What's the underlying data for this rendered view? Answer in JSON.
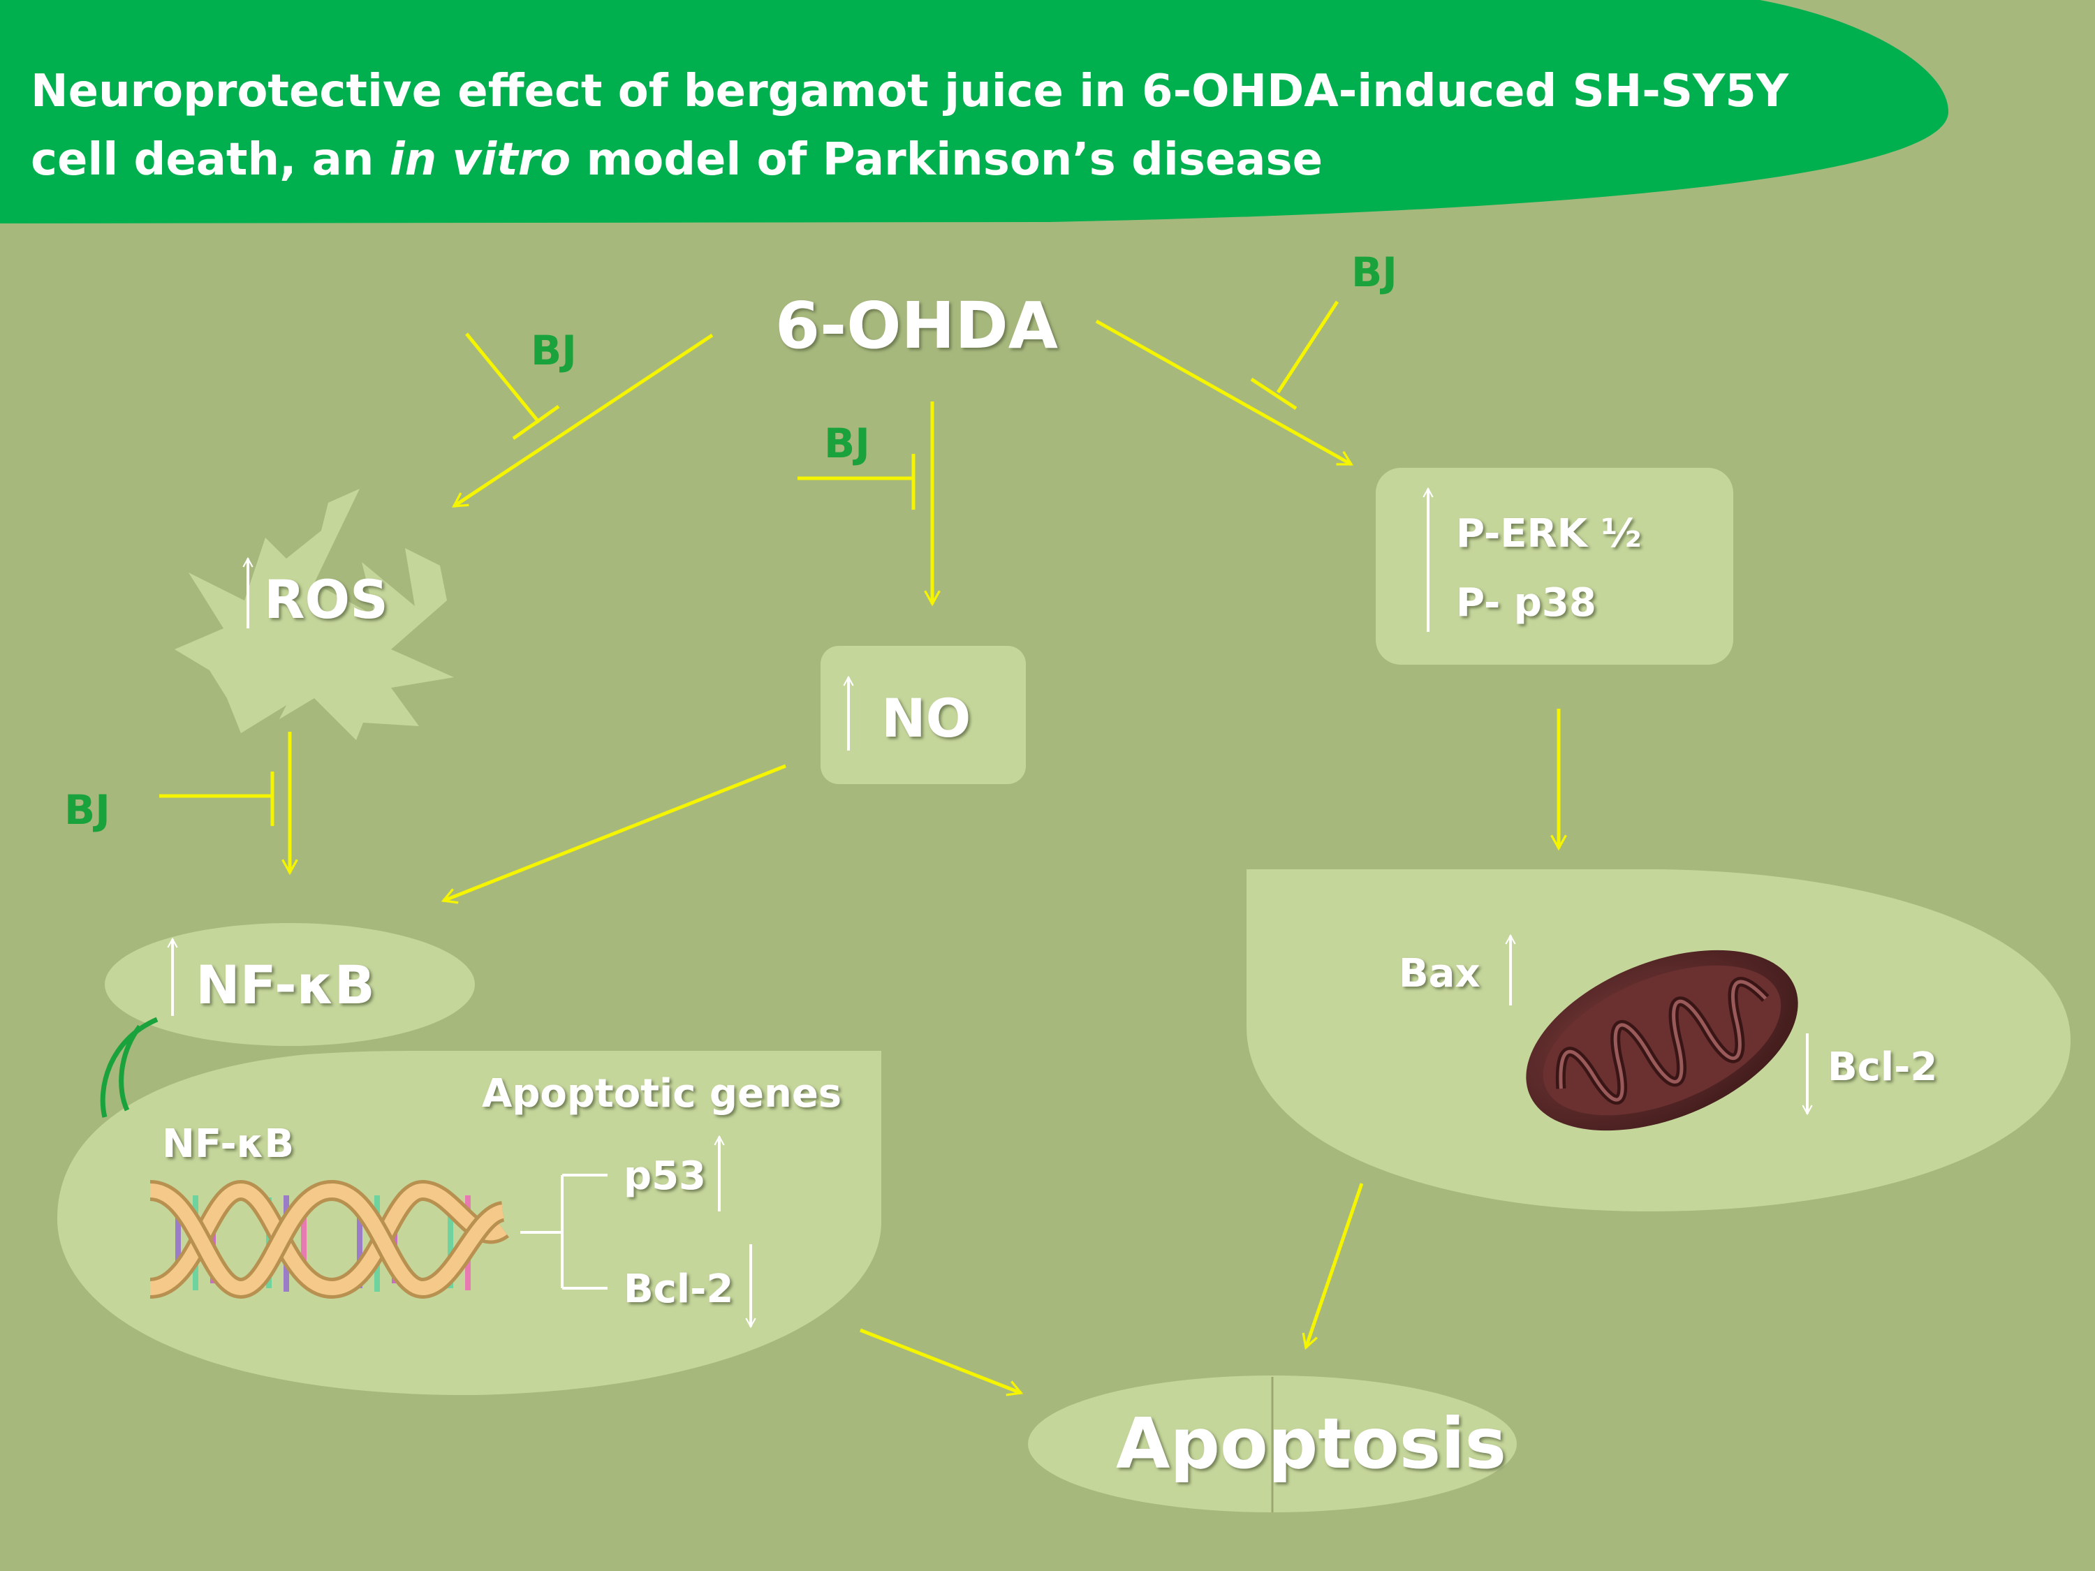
{
  "title": {
    "line1": "Neuroprotective effect of bergamot juice in 6-OHDA-induced SH-SY5Y",
    "line2_start": "cell death, an ",
    "line2_italic": "in vitro",
    "line2_end": " model of Parkinson’s disease"
  },
  "nodes": {
    "ohda": "6-OHDA",
    "ros": "ROS",
    "no": "NO",
    "perk": "P-ERK ½",
    "p38": "P- p38",
    "nfkb": "NF-κB",
    "nfkb_dna": "NF-κB",
    "apoptotic_genes": "Apoptotic genes",
    "p53": "p53",
    "bcl2_nucleus": "Bcl-2",
    "bax": "Bax",
    "bcl2_mito": "Bcl-2",
    "apoptosis": "Apoptosis"
  },
  "inhibitors": {
    "bj_ros": "BJ",
    "bj_no": "BJ",
    "bj_mapk": "BJ",
    "bj_nfkb": "BJ"
  },
  "colors": {
    "background": "#a7b87d",
    "banner": "#00b04f",
    "box_fill": "#c5d69b",
    "arrow": "#f5f500",
    "inhibitor_text": "#1aa33c",
    "up_down_arrow": "#ffffff",
    "mitochondrion": "#5a2a2a"
  },
  "icons": {
    "ros_shape": "starburst-icon",
    "dna": "dna-double-helix-icon",
    "mitochondrion": "mitochondrion-icon",
    "increase": "up-arrow-icon",
    "decrease": "down-arrow-icon"
  }
}
